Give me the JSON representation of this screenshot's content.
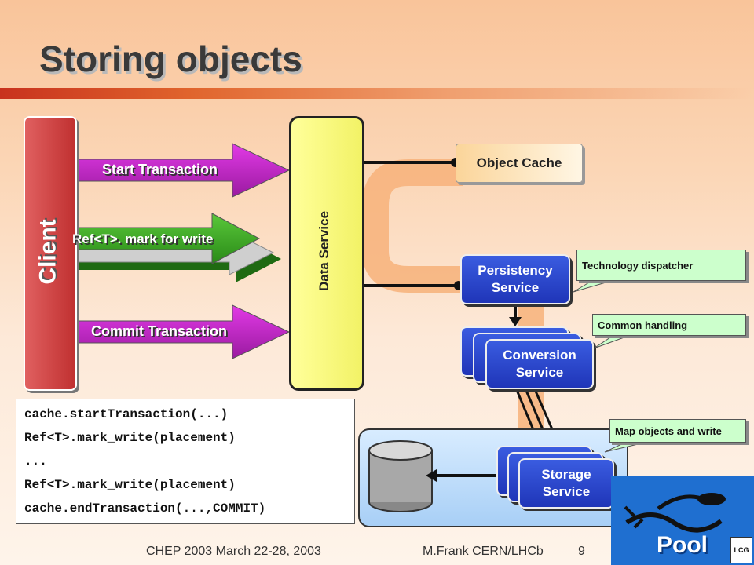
{
  "title": "Storing objects",
  "client_label": "Client",
  "data_service_label": "Data Service",
  "arrows": {
    "start": "Start Transaction",
    "mark": "Ref<T>. mark for write",
    "commit": "Commit Transaction"
  },
  "boxes": {
    "object_cache": "Object Cache",
    "persistency_line1": "Persistency",
    "persistency_line2": "Service",
    "conversion_line1": "Conversion",
    "conversion_line2": "Service",
    "storage_line1": "Storage",
    "storage_line2": "Service"
  },
  "callouts": {
    "dispatcher": "Technology dispatcher",
    "common": "Common handling",
    "map": "Map objects and write"
  },
  "code_lines": [
    "cache.startTransaction(...)",
    "Ref<T>.mark_write(placement)",
    "...",
    "Ref<T>.mark_write(placement)",
    "cache.endTransaction(...,COMMIT)"
  ],
  "logo": {
    "text": "Pool",
    "badge": "LCG"
  },
  "footer": {
    "left": "CHEP 2003 March 22-28, 2003",
    "right": "M.Frank CERN/LHCb",
    "page": "9"
  }
}
